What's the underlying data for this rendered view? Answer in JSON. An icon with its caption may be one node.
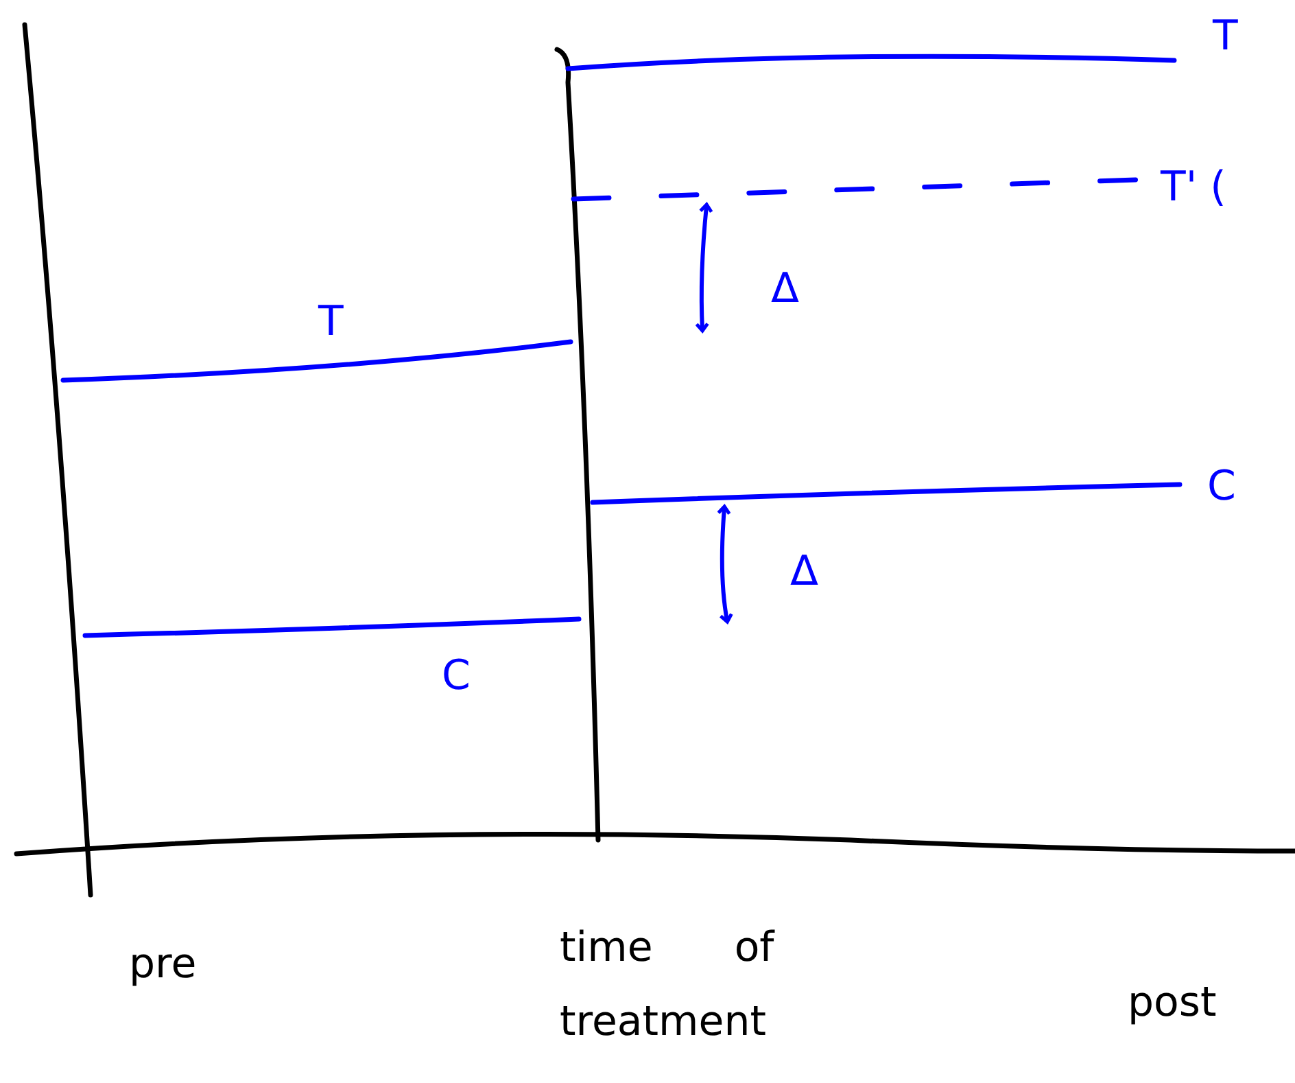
{
  "diagram": {
    "labels": [
      "T",
      "C",
      "T",
      "T' (",
      "Δ",
      "C",
      "Δ",
      "pre",
      "time of treatment",
      "post"
    ]
  }
}
